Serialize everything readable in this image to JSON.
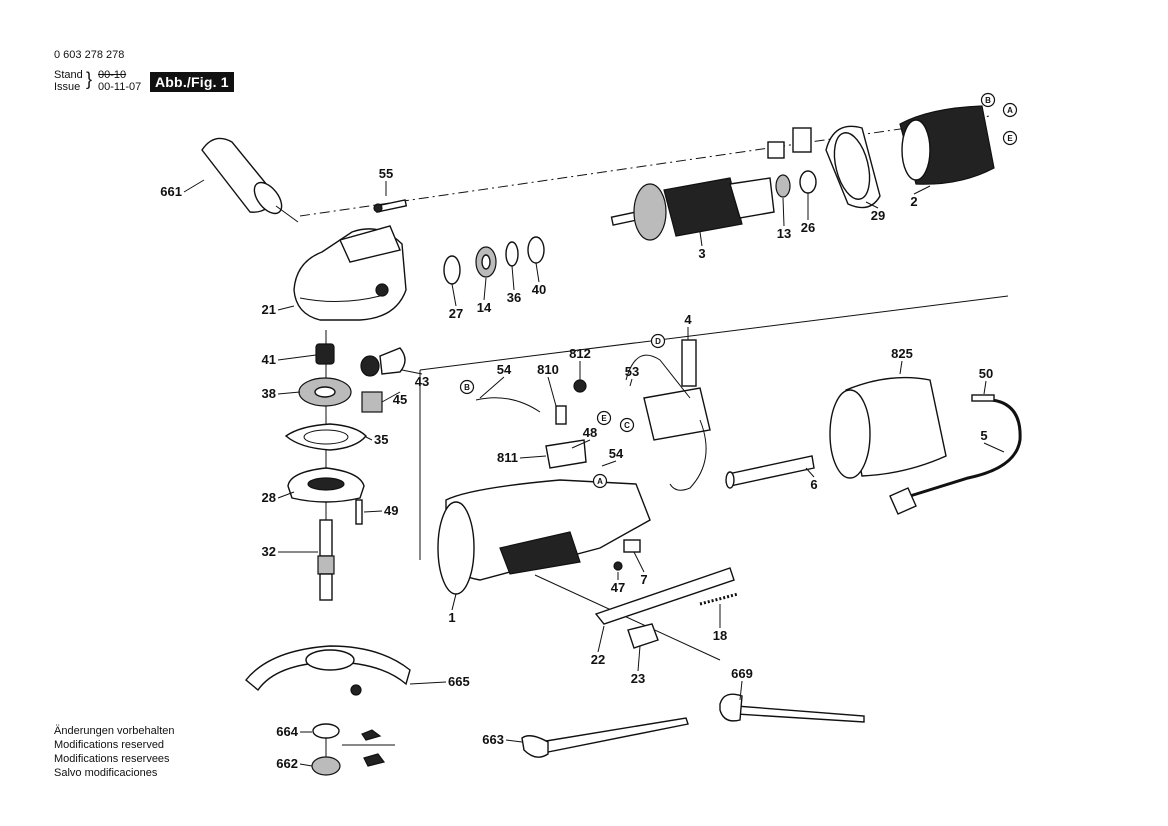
{
  "header": {
    "part_number": "0 603 278 278",
    "stand_label": "Stand",
    "issue_label": "Issue",
    "stand_date_struck": "00-10",
    "issue_date": "00-11-07",
    "figure_label": "Abb./Fig. 1"
  },
  "notes": [
    "Änderungen vorbehalten",
    "Modifications reserved",
    "Modifications reservees",
    "Salvo modificaciones"
  ],
  "parts": [
    "661",
    "55",
    "21",
    "27",
    "14",
    "36",
    "40",
    "3",
    "13",
    "26",
    "29",
    "2",
    "41",
    "43",
    "38",
    "45",
    "35",
    "28",
    "49",
    "32",
    "54",
    "810",
    "812",
    "53",
    "4",
    "825",
    "50",
    "5",
    "6",
    "48",
    "811",
    "54",
    "47",
    "7",
    "1",
    "18",
    "22",
    "23",
    "665",
    "669",
    "664",
    "662",
    "663"
  ],
  "markers": [
    "B",
    "A",
    "E",
    "D",
    "C",
    "E",
    "B",
    "A"
  ]
}
